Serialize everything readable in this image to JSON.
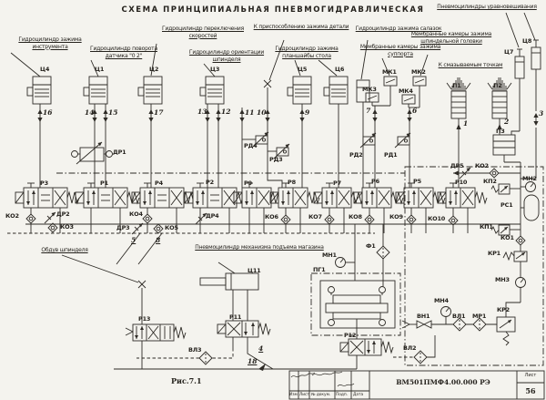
{
  "title": "СХЕМА ПРИНЦИПИАЛЬНАЯ ПНЕВМОГИДРАВЛИЧЕСКАЯ",
  "caption": "Рис.7.1",
  "annotations": {
    "tool_clamp": "Гидроцилиндр зажима инструмента",
    "sensor_rotation": "Гидроцилиндр поворота датчика \"0 2\"",
    "speed_shift": "Гидроцилиндр переключения скоростей",
    "spindle_orientation": "Гидроцилиндр ориентации шпинделя",
    "workpiece_clamp": "К приспособлению зажима детали",
    "faceplate_clamp": "Гидроцилиндр зажима планшайбы стола",
    "slide_clamp": "Гидроцилиндр зажима салазок",
    "support_clamp_chambers": "Мембранные камеры зажима суппорта",
    "head_clamp_chambers": "Мембранные камеры зажима шпиндельной головки",
    "lube_points": "К смазываемым точкам",
    "balancing_cylinders": "Пневмоцилиндры уравновешивания",
    "spindle_blowoff": "Обдув шпинделя",
    "magazine_lift": "Пневмоцилиндр механизма подъема магазина"
  },
  "components": {
    "c1": "Ц1",
    "c2": "Ц2",
    "c3": "Ц3",
    "c4": "Ц4",
    "c5": "Ц5",
    "c6": "Ц6",
    "c7": "Ц7",
    "c8": "Ц8",
    "c11": "Ц11",
    "mk1": "МК1",
    "mk2": "МК2",
    "mk3": "МК3",
    "mk4": "МК4",
    "p1": "П1",
    "p2": "П2",
    "p3": "П3",
    "pg1": "ПГ1",
    "r1": "Р1",
    "r2": "Р2",
    "r3": "Р3",
    "r4": "Р4",
    "r5": "Р5",
    "r6": "Р6",
    "r7": "Р7",
    "r8": "Р8",
    "r9": "Р9",
    "r10": "Р10",
    "r11": "Р11",
    "r12": "Р12",
    "r13": "Р13",
    "ko1": "КО1",
    "ko2": "КО2",
    "ko2r": "КО2",
    "ko3": "КО3",
    "ko4": "КО4",
    "ko5": "КО5",
    "ko6": "КО6",
    "ko7": "КО7",
    "ko8": "КО8",
    "ko9": "КО9",
    "ko10": "КО10",
    "dr1": "ДР1",
    "dr2": "ДР2",
    "dr3": "ДР3",
    "dr4": "ДР4",
    "dr5": "ДР5",
    "rd1": "РД1",
    "rd2": "РД2",
    "rd3": "РД3",
    "rd4": "РД4",
    "kp1": "КП1",
    "kp2": "КП2",
    "kr1": "КР1",
    "kr2": "КР2",
    "mn1": "МН1",
    "mn2": "МН2",
    "mn3": "МН3",
    "mn4": "МН4",
    "rs1": "РС1",
    "f1": "Ф1",
    "vn1": "ВН1",
    "vl1": "ВЛ1",
    "vl2": "ВЛ2",
    "vl3": "ВЛ3",
    "mr1": "МР1"
  },
  "line_numbers": {
    "n1": "1",
    "n2": "2",
    "n3": "3",
    "n4": "4",
    "n5": "5",
    "n6": "6",
    "n7": "7",
    "n8": "8",
    "n9": "9",
    "n10": "10",
    "n11": "11",
    "n12": "12",
    "n13": "13",
    "n14": "14",
    "n15": "15",
    "n16": "16",
    "n17": "17",
    "n18": "18"
  },
  "title_block": {
    "doc_number": "ВМ501ПМФ4.00.000 РЭ",
    "sheet_label": "Лист",
    "sheet_number": "56",
    "col_izm": "Изм",
    "col_list": "Лист",
    "col_doc": "№ докум.",
    "col_podp": "Подп.",
    "col_data": "Дата"
  },
  "colors": {
    "ink": "#2e2b26",
    "paper": "#f4f3ee"
  }
}
